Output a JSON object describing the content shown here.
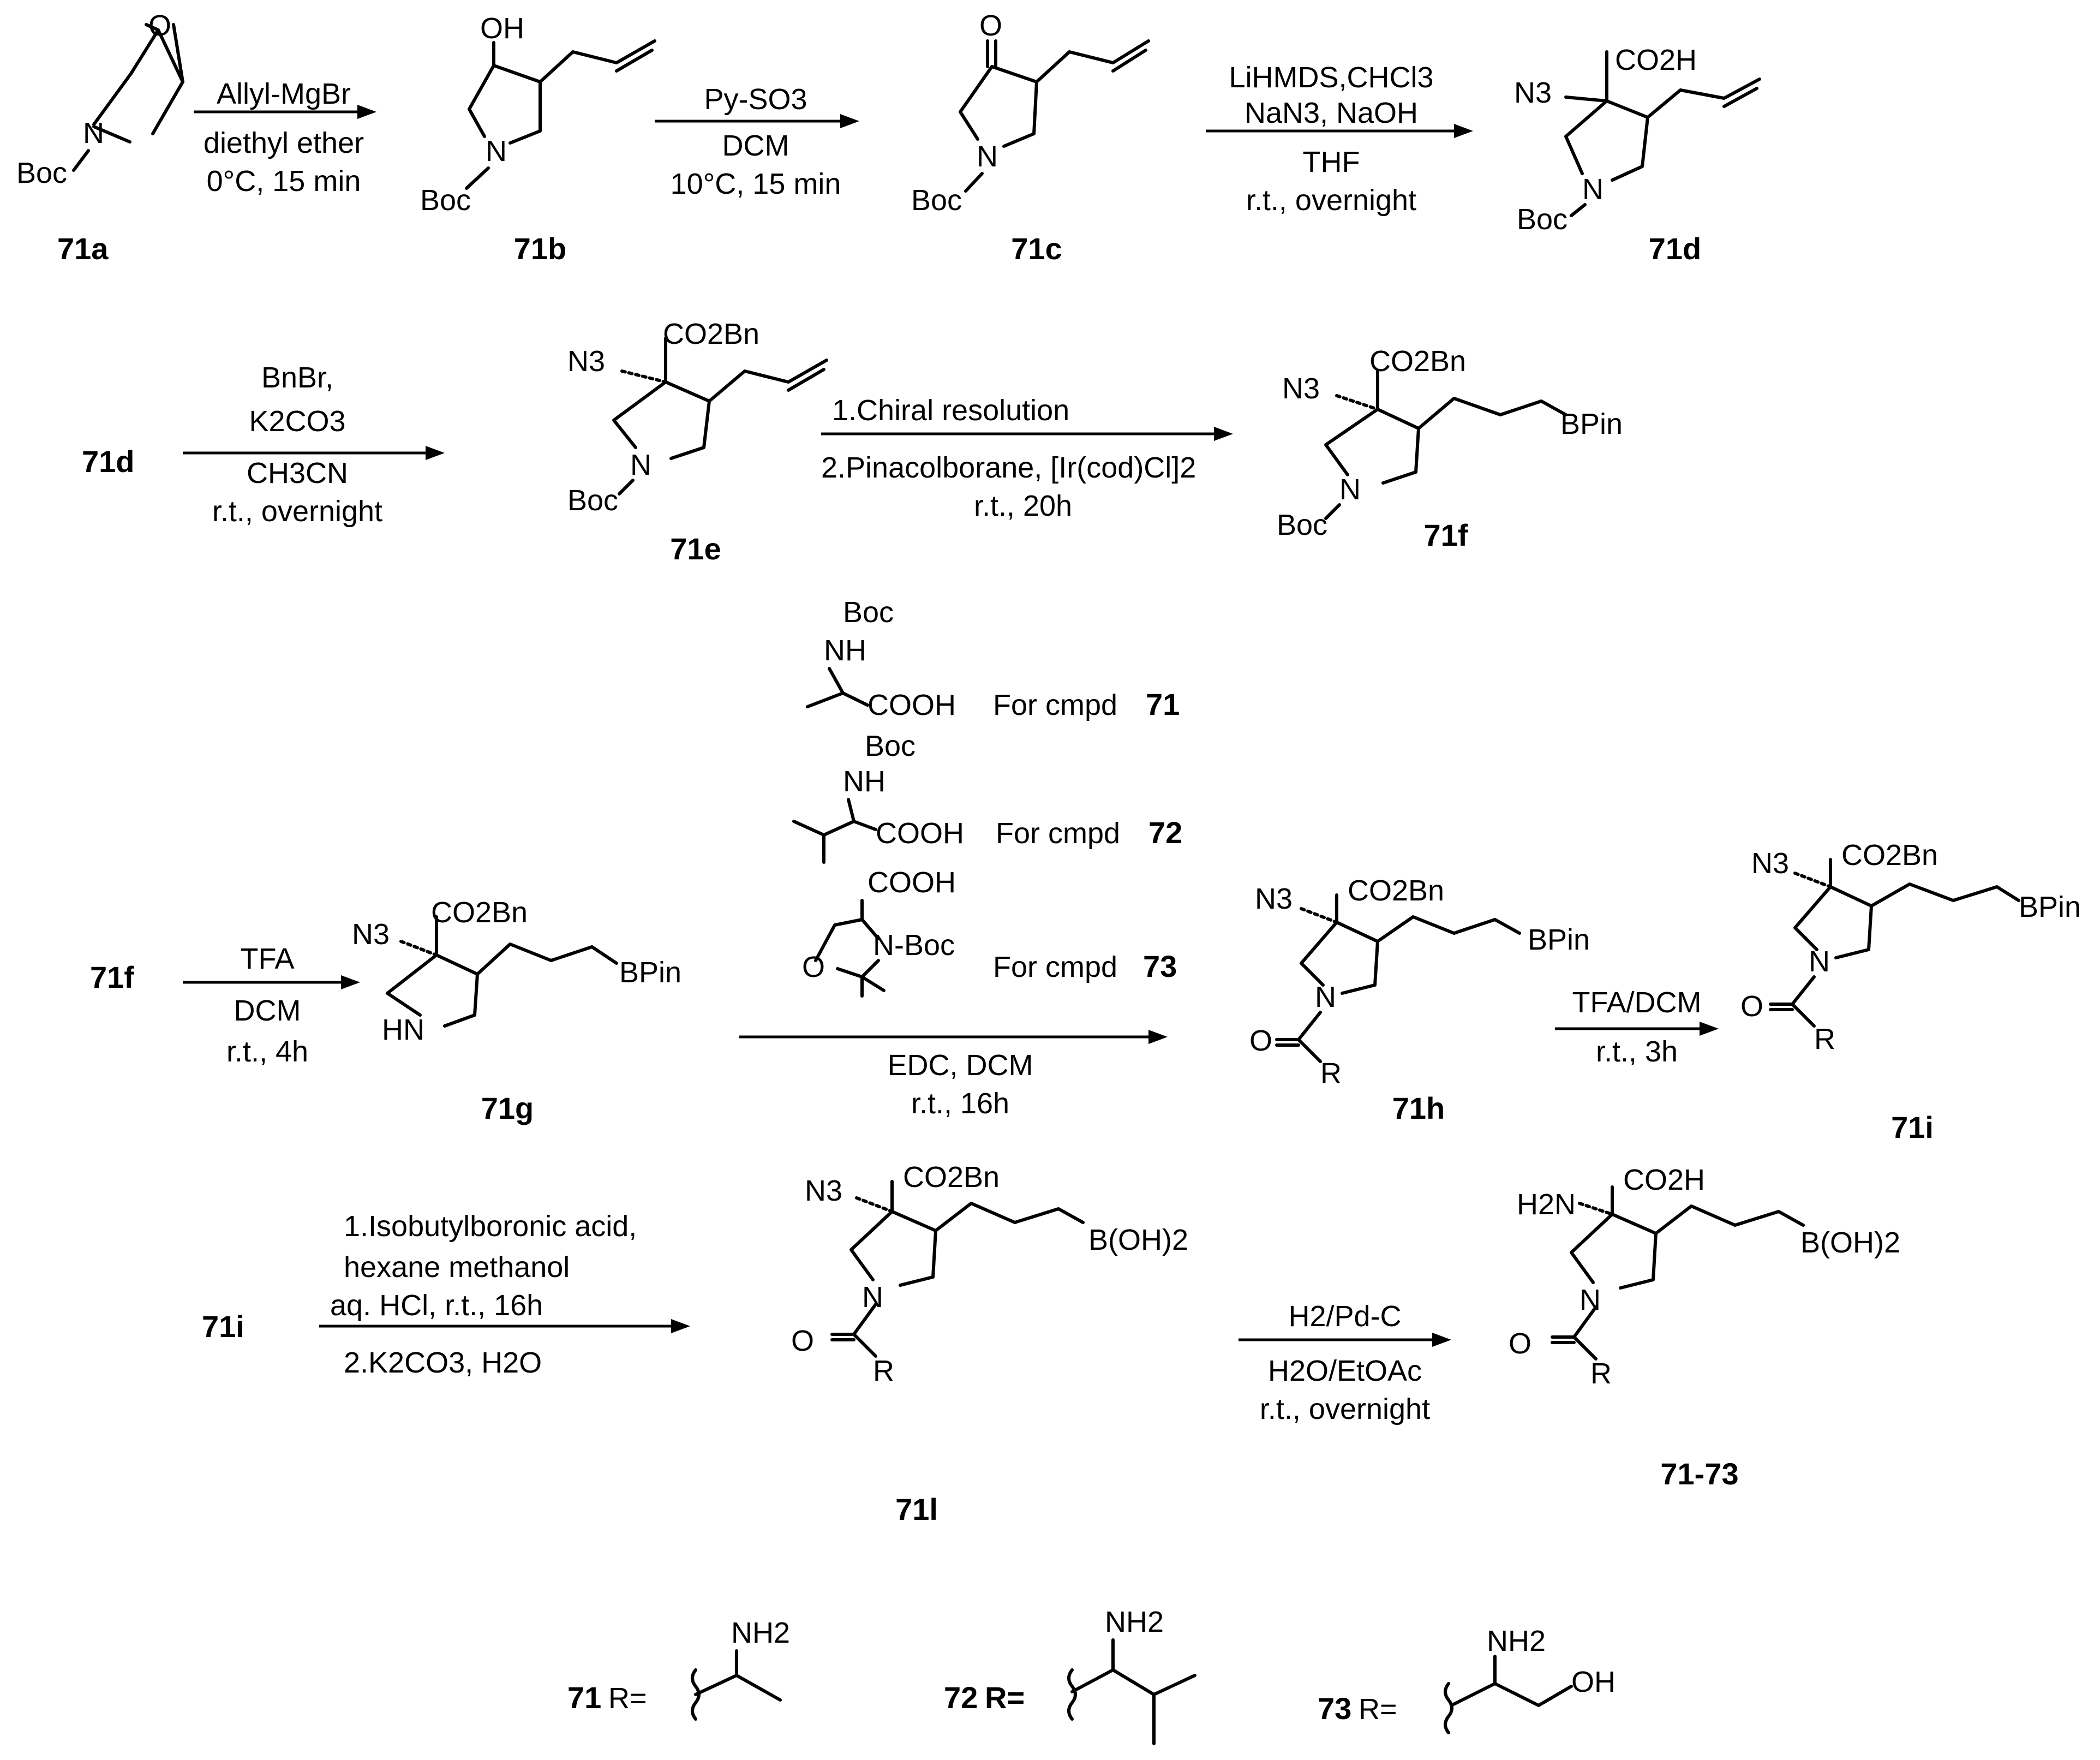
{
  "compounds": {
    "c71a": "71a",
    "c71b": "71b",
    "c71c": "71c",
    "c71d": "71d",
    "c71e": "71e",
    "c71f": "71f",
    "c71g": "71g",
    "c71h": "71h",
    "c71i": "71i",
    "c71l": "71l",
    "final": "71-73"
  },
  "steps": {
    "s1": [
      "Allyl-MgBr",
      "diethyl ether",
      "0°C, 15 min"
    ],
    "s2": [
      "Py-SO3",
      "DCM",
      "10°C, 15 min"
    ],
    "s3": [
      "LiHMDS,CHCl3",
      "NaN3, NaOH",
      "THF",
      "r.t., overnight"
    ],
    "s4": [
      "BnBr,",
      "K2CO3",
      "CH3CN",
      "r.t., overnight"
    ],
    "s5": [
      "1.Chiral resolution",
      "2.Pinacolborane, [Ir(cod)Cl]2",
      "r.t., 20h"
    ],
    "s6": [
      "TFA",
      "DCM",
      "r.t., 4h"
    ],
    "s7": [
      "EDC, DCM",
      "r.t., 16h"
    ],
    "s8": [
      "TFA/DCM",
      "r.t., 3h"
    ],
    "s9": [
      "1.Isobutylboronic acid,",
      "hexane methanol",
      "aq. HCl, r.t., 16h",
      "2.K2CO3, H2O"
    ],
    "s10": [
      "H2/Pd-C",
      "H2O/EtOAc",
      "r.t., overnight"
    ]
  },
  "amino_acids": [
    {
      "for_text": "For cmpd",
      "cmpd": "71",
      "labels": [
        "Boc",
        "NH",
        "COOH"
      ]
    },
    {
      "for_text": "For cmpd",
      "cmpd": "72",
      "labels": [
        "Boc",
        "NH",
        "COOH"
      ]
    },
    {
      "for_text": "For cmpd",
      "cmpd": "73",
      "labels": [
        "COOH",
        "O",
        "N-Boc"
      ]
    }
  ],
  "atoms": {
    "boc": "Boc",
    "n": "N",
    "o": "O",
    "oh": "OH",
    "co2h": "CO2H",
    "co2bn": "CO2Bn",
    "n3": "N3",
    "bpin": "BPin",
    "hn": "HN",
    "r": "R",
    "boh2": "B(OH)2",
    "h2n": "H2N",
    "nh2": "NH2"
  },
  "r_groups": [
    {
      "num": "71",
      "label": "R="
    },
    {
      "num": "72",
      "label": "R="
    },
    {
      "num": "73",
      "label": "R="
    }
  ]
}
